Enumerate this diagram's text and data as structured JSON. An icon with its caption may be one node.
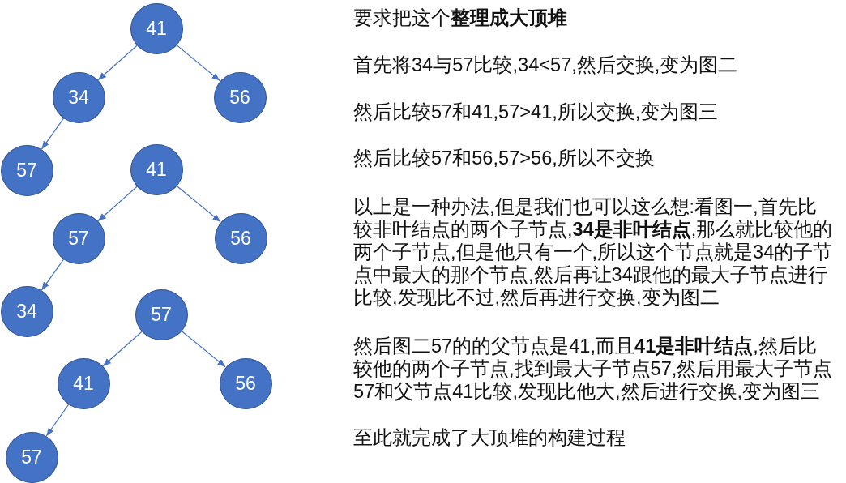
{
  "diagram": {
    "nodes": [
      {
        "text": [
          "41"
        ]
      },
      {
        "text": [
          "34"
        ]
      },
      {
        "text": [
          "56"
        ]
      },
      {
        "text": [
          "57"
        ]
      },
      {
        "text": [
          "41"
        ]
      },
      {
        "text": [
          "57"
        ]
      },
      {
        "text": [
          "56"
        ]
      },
      {
        "text": [
          "34"
        ]
      },
      {
        "text": [
          "57"
        ]
      },
      {
        "text": [
          "41"
        ]
      },
      {
        "text": [
          "56"
        ]
      },
      {
        "text": [
          "57"
        ]
      }
    ],
    "edges": [
      {
        "from": 0,
        "to": 1,
        "arrow": "to"
      },
      {
        "from": 0,
        "to": 2,
        "arrow": "to"
      },
      {
        "from": 1,
        "to": 3,
        "arrow": "to"
      },
      {
        "from": 4,
        "to": 5,
        "arrow": "to"
      },
      {
        "from": 4,
        "to": 6,
        "arrow": "to"
      },
      {
        "from": 5,
        "to": 7,
        "arrow": "to"
      },
      {
        "from": 8,
        "to": 9,
        "arrow": "to"
      },
      {
        "from": 8,
        "to": 10,
        "arrow": "to"
      },
      {
        "from": 9,
        "to": 11,
        "arrow": "to"
      }
    ],
    "labels": [
      "要求把这个**整理成大顶堆**",
      "首先将34与57比较,34<57,然后交换,变为图二",
      "然后比较57和41,57>41,所以交换,变为图三",
      "然后比较57和56,57>56,所以不交换",
      "以上是一种办法,但是我们也可以这么想:看图一,首先比较非叶结点的两个子节点,**34是非叶结点**,那么就比较他的两个子节点,但是他只有一个,所以这个节点就是34的子节点中最大的那个节点,然后再让34跟他的最大子节点进行比较,发现比不过,然后再进行交换,变为图二",
      "然后图二57的的父节点是41,而且**41是非叶结点**,然后比较他的两个子节点,找到最大子节点57,然后用最大子节点57和父节点41比较,发现比他大,然后进行交换,变为图三",
      "至此就完成了大顶堆的构建过程"
    ]
  }
}
